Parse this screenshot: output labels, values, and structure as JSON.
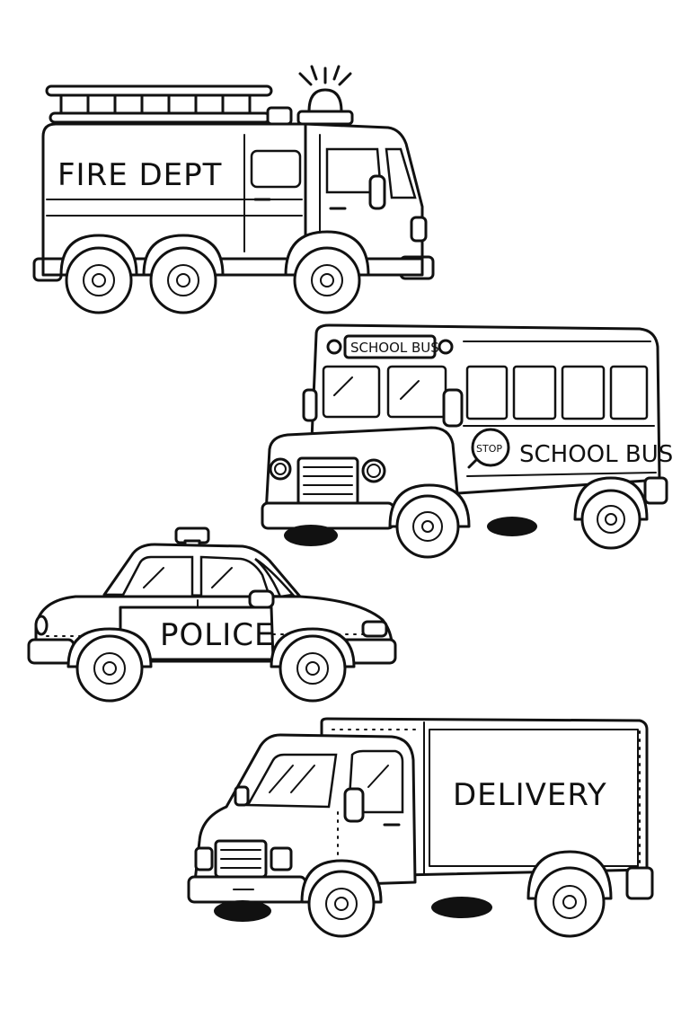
{
  "fire_truck": {
    "side_label": "FIRE DEPT"
  },
  "school_bus": {
    "sign_label": "SCHOOL BUS",
    "side_label": "SCHOOL BUS",
    "stop_label": "STOP"
  },
  "police_car": {
    "door_label": "POLICE"
  },
  "delivery_truck": {
    "side_label": "DELIVERY"
  }
}
